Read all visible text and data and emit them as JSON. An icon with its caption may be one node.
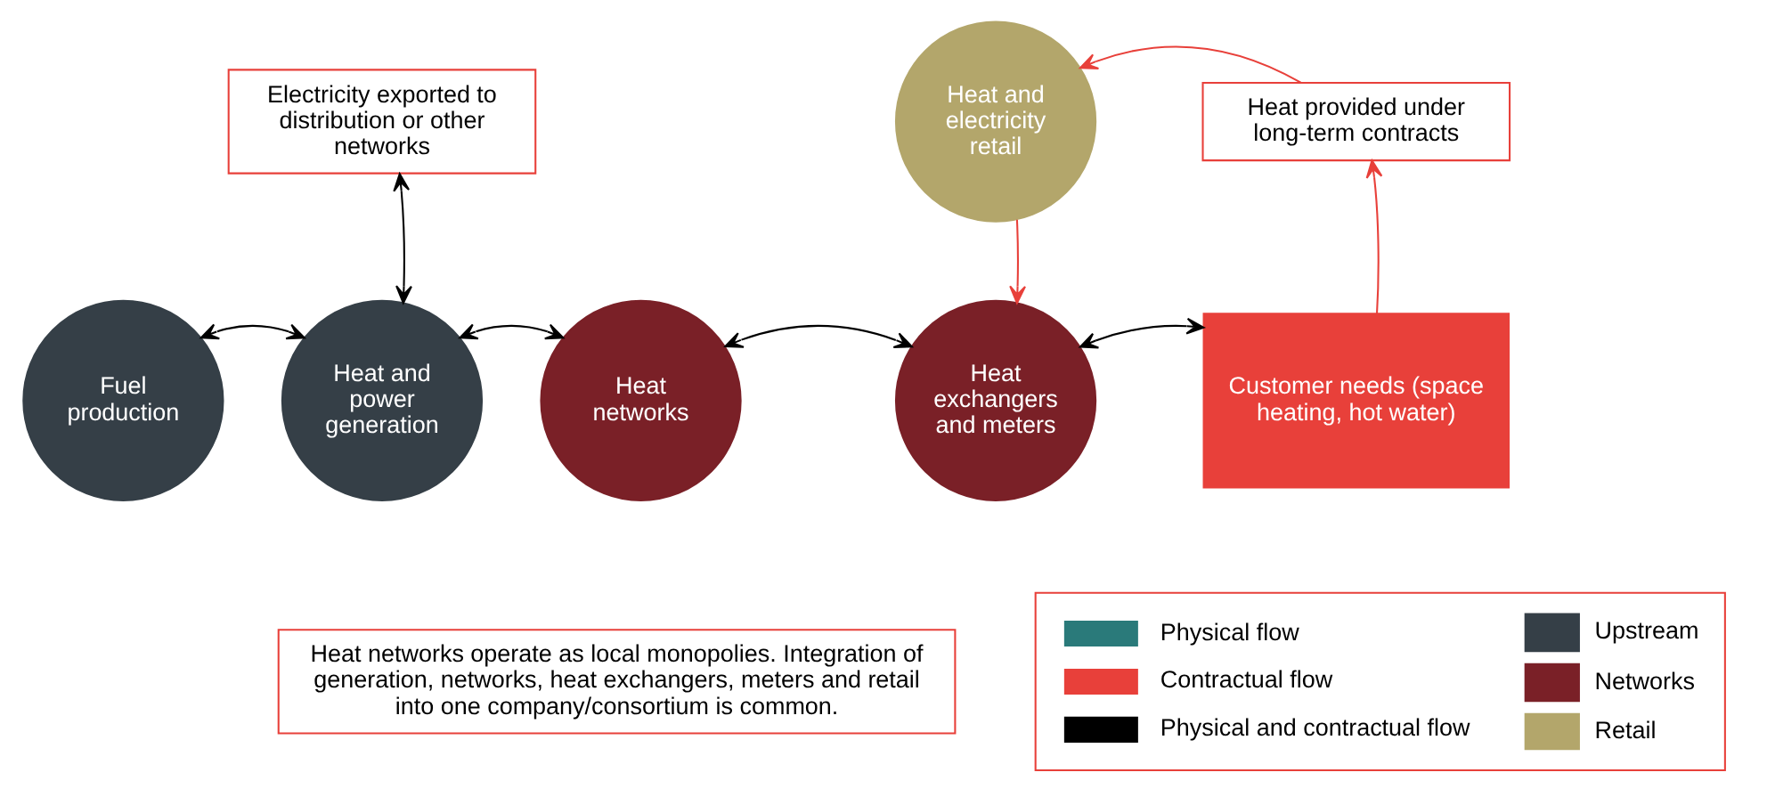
{
  "diagram": {
    "nodes": [
      {
        "text": [
          "Fuel production"
        ]
      },
      {
        "text": [
          "Heat and power generation"
        ]
      },
      {
        "text": [
          "Electricity exported to distribution or other networks"
        ]
      },
      {
        "text": [
          "Heat networks"
        ]
      },
      {
        "text": [
          "Heat exchangers and meters"
        ]
      },
      {
        "text": [
          "Heat and electricity retail"
        ]
      },
      {
        "text": [
          "Heat provided under long-term contracts"
        ]
      },
      {
        "text": [
          "Customer needs (space heating, hot water)"
        ]
      },
      {
        "text": [
          "Heat networks operate as local monopolies. Integration of generation, networks, heat exchangers, meters and retail into one company/consortium is common."
        ]
      }
    ],
    "edges": [
      {
        "from": 0,
        "to": 1,
        "arrow": "both"
      },
      {
        "from": 1,
        "to": 2,
        "arrow": "both"
      },
      {
        "from": 1,
        "to": 3,
        "arrow": "both"
      },
      {
        "from": 3,
        "to": 4,
        "arrow": "both"
      },
      {
        "from": 4,
        "to": 7,
        "arrow": "both"
      },
      {
        "from": 5,
        "to": 4,
        "arrow": "to",
        "color": "#e8403a"
      },
      {
        "from": 7,
        "to": 6,
        "arrow": "to",
        "color": "#e8403a"
      },
      {
        "from": 6,
        "to": 5,
        "arrow": "to",
        "color": "#e8403a"
      }
    ],
    "legend": [
      {
        "text": "Physical flow"
      },
      {
        "text": "Contractual flow"
      },
      {
        "text": "Physical and contractual flow"
      },
      {
        "text": "Upstream",
        "color": "#353f47"
      },
      {
        "text": "Networks",
        "color": "#7a2027"
      },
      {
        "text": "Retail",
        "color": "#b3a66b"
      }
    ]
  }
}
